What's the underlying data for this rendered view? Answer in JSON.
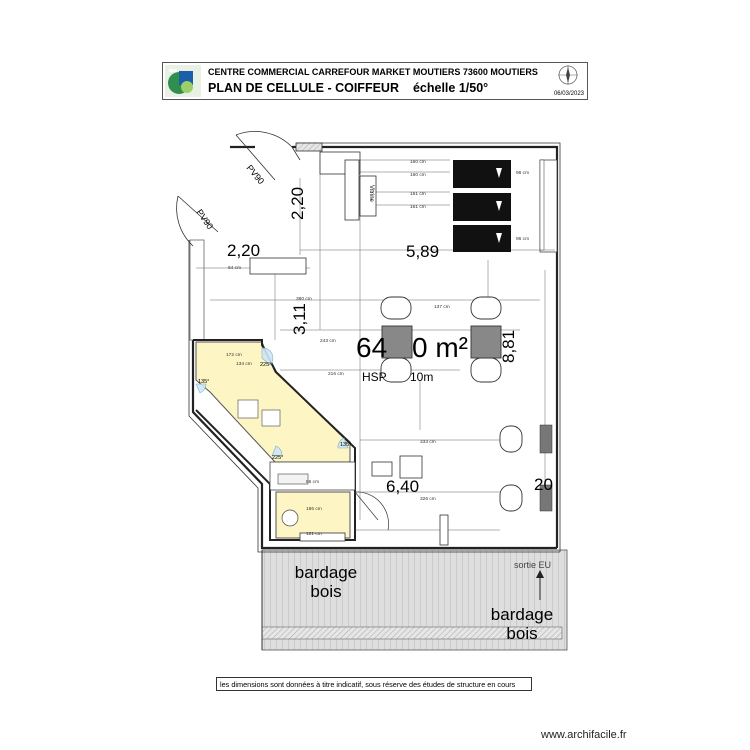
{
  "cartouche": {
    "line1": "CENTRE COMMERCIAL CARREFOUR MARKET MOUTIERS   73600 MOUTIERS",
    "line2_title": "PLAN DE CELLULE - COIFFEUR",
    "line2_scale": "échelle 1/50°",
    "date": "06/03/2023"
  },
  "plan": {
    "door_label_1": "PV90",
    "door_label_2": "PV90",
    "dim_2_20_vertical": "2,20",
    "dim_2_20_horizontal": "2,20",
    "dim_5_89": "5,89",
    "dim_3_11": "3,11",
    "dim_8_81": "8,81",
    "dim_6_40": "6,40",
    "dim_20": "20",
    "area_prefix": "64",
    "area_suffix": "0 m²",
    "hsp_label": "HSP",
    "hsp_value": "10m",
    "vitrine_label": "Vitrine",
    "bardage_left_1": "bardage",
    "bardage_left_2": "bois",
    "bardage_right_1": "bardage",
    "bardage_right_2": "bois",
    "sortie_eu": "sortie EU",
    "cm_labels": [
      "160 cm",
      "160 cm",
      "161 cm",
      "161 cm",
      "64 cm",
      "380 cm",
      "137 cm",
      "243 cm",
      "216 cm",
      "172 cm",
      "134 cm",
      "333 cm",
      "326 cm",
      "186 cm",
      "121 cm",
      "98 cm",
      "86 cm",
      "96 cm"
    ],
    "angle_labels": [
      "225°",
      "135°",
      "225°",
      "135°"
    ]
  },
  "note": "les dimensions sont données à titre indicatif, sous réserve des études de structure en cours",
  "footer": "www.archifacile.fr"
}
